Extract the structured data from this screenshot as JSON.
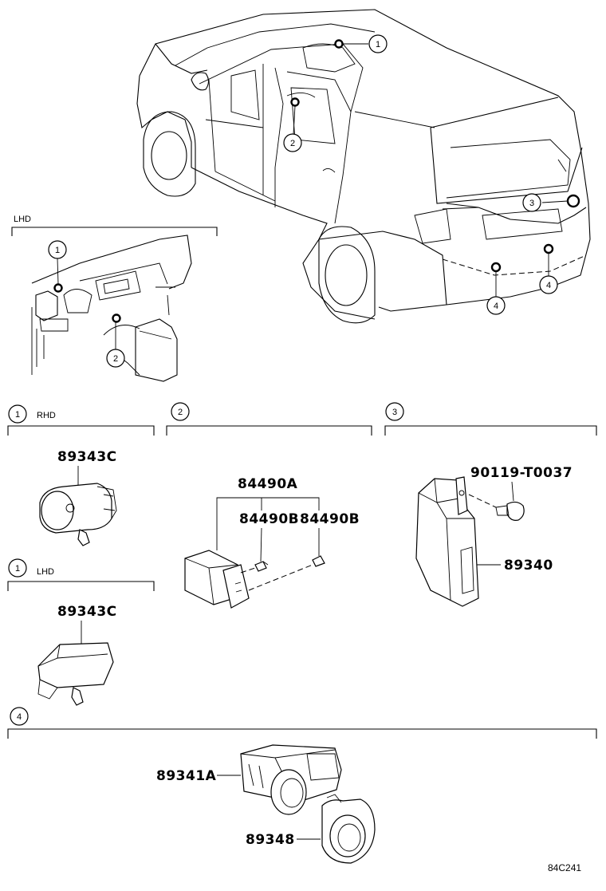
{
  "diagram": {
    "labels": {
      "lhd_top": "LHD",
      "rhd": "RHD",
      "lhd_section": "LHD"
    },
    "callouts": {
      "c1": "1",
      "c2": "2",
      "c3": "3",
      "c4": "4"
    },
    "parts": {
      "p89343c_rhd": "89343C",
      "p89343c_lhd": "89343C",
      "p84490a": "84490A",
      "p84490b_1": "84490B",
      "p84490b_2": "84490B",
      "p90119": "90119-T0037",
      "p89340": "89340",
      "p89341a": "89341A",
      "p89348": "89348"
    },
    "figure_code": "84C241"
  }
}
